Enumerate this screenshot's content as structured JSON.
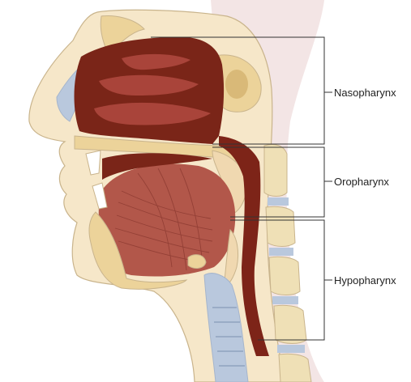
{
  "labels": {
    "nasopharynx": "Nasopharynx",
    "oropharynx": "Oropharynx",
    "hypopharynx": "Hypopharynx"
  },
  "colors": {
    "skin": "#f6e7c9",
    "skin_outline": "#c9b48c",
    "bone": "#ecd39a",
    "nasal_cavity": "#7a2518",
    "turbinate": "#a9443a",
    "tongue": "#b2574a",
    "tongue_fiber": "#8c3a31",
    "airway": "#7d2418",
    "vertebra": "#efe0b6",
    "disc": "#b9c8dd",
    "tooth": "#ffffff",
    "bracket_line": "#333333"
  }
}
